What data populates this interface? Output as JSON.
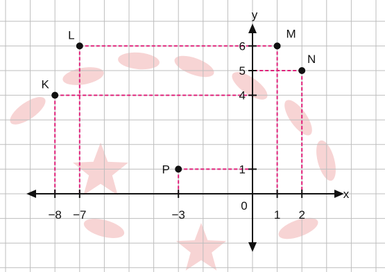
{
  "chart_data": {
    "type": "scatter",
    "title": "",
    "xlabel": "x",
    "ylabel": "y",
    "origin_label": "0",
    "x_ticks": [
      {
        "value": -8,
        "label": "−8"
      },
      {
        "value": -7,
        "label": "−7"
      },
      {
        "value": -3,
        "label": "−3"
      },
      {
        "value": 1,
        "label": "1"
      },
      {
        "value": 2,
        "label": "2"
      }
    ],
    "y_ticks": [
      {
        "value": 1,
        "label": "1"
      },
      {
        "value": 4,
        "label": "4"
      },
      {
        "value": 5,
        "label": "5"
      },
      {
        "value": 6,
        "label": "6"
      }
    ],
    "points": [
      {
        "name": "K",
        "x": -8,
        "y": 4
      },
      {
        "name": "L",
        "x": -7,
        "y": 6
      },
      {
        "name": "M",
        "x": 1,
        "y": 6
      },
      {
        "name": "N",
        "x": 2,
        "y": 5
      },
      {
        "name": "P",
        "x": -3,
        "y": 1
      }
    ],
    "grid": true,
    "colors": {
      "grid": "#bdbdbd",
      "guide": "#e0207a",
      "axis": "#111111",
      "point": "#111111",
      "watermark": "#f3c2c2"
    }
  }
}
